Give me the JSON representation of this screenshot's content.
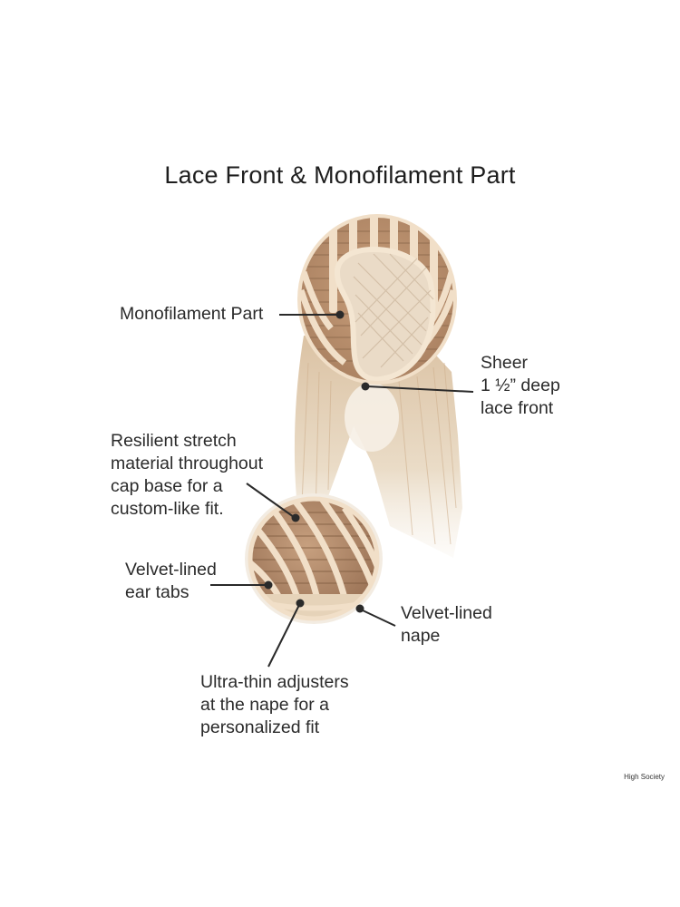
{
  "title": "Lace Front & Monofilament Part",
  "labels": {
    "monofilament_part": "Monofilament Part",
    "sheer_lace_front": "Sheer\n1 ½” deep\nlace front",
    "resilient_stretch": "Resilient stretch\nmaterial throughout\ncap base for a\ncustom-like fit.",
    "velvet_ear_tabs": "Velvet-lined\near tabs",
    "velvet_nape": "Velvet-lined\nnape",
    "ultra_thin_adjusters": "Ultra-thin adjusters\nat the nape for a\npersonalized fit"
  },
  "brand": "High Society",
  "colors": {
    "hair_light": "#e8d7bd",
    "hair_mid": "#c9a583",
    "hair_dark": "#a9825f",
    "lace": "#f1dfc8",
    "callout_line": "#2a2a2a"
  }
}
